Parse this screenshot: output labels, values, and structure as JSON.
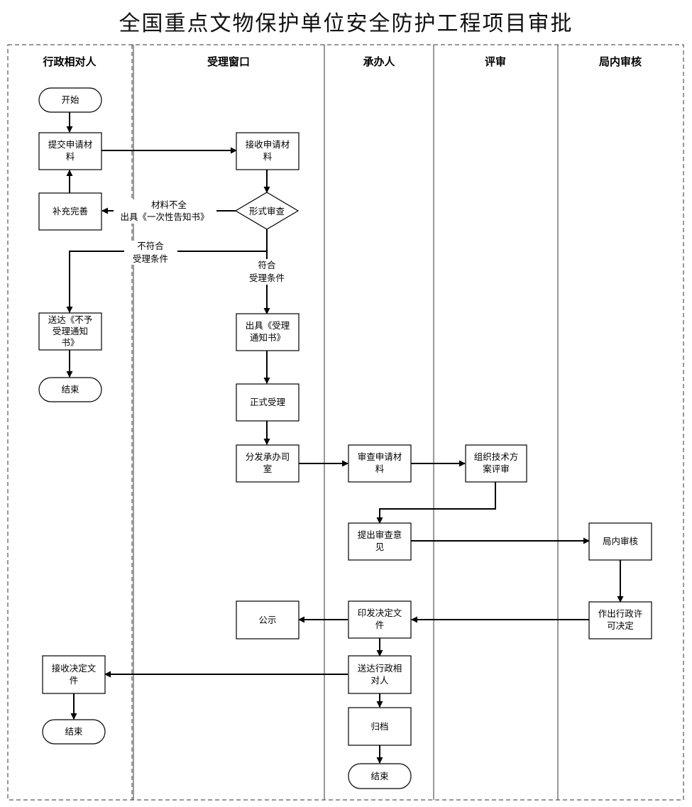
{
  "title": "全国重点文物保护单位安全防护工程项目审批",
  "lanes": {
    "applicant": "行政相对人",
    "window": "受理窗口",
    "handler": "承办人",
    "review": "评审",
    "internal": "局内审核"
  },
  "nodes": {
    "start": "开始",
    "submit_l1": "提交申请材",
    "submit_l2": "料",
    "receive_l1": "接收申请材",
    "receive_l2": "料",
    "supplement": "补充完善",
    "formal_check": "形式审查",
    "notify_reject_l1": "送达《不予",
    "notify_reject_l2": "受理通知",
    "notify_reject_l3": "书》",
    "end1": "结束",
    "issue_accept_l1": "出具《受理",
    "issue_accept_l2": "通知书》",
    "accept": "正式受理",
    "dispatch_l1": "分发承办司",
    "dispatch_l2": "室",
    "review_material_l1": "审查申请材",
    "review_material_l2": "料",
    "organize_review_l1": "组织技术方",
    "organize_review_l2": "案评审",
    "opinion_l1": "提出审查意",
    "opinion_l2": "见",
    "internal_review": "局内审核",
    "decision_l1": "作出行政许",
    "decision_l2": "可决定",
    "publish_doc_l1": "印发决定文",
    "publish_doc_l2": "件",
    "publicize": "公示",
    "deliver_l1": "送达行政相",
    "deliver_l2": "对人",
    "receive_doc_l1": "接收决定文",
    "receive_doc_l2": "件",
    "end2": "结束",
    "archive": "归档",
    "end3": "结束"
  },
  "edge_labels": {
    "incomplete_l1": "材料不全",
    "incomplete_l2": "出具《一次性告知书》",
    "not_meet_l1": "不符合",
    "not_meet_l2": "受理条件",
    "meet_l1": "符合",
    "meet_l2": "受理条件"
  }
}
